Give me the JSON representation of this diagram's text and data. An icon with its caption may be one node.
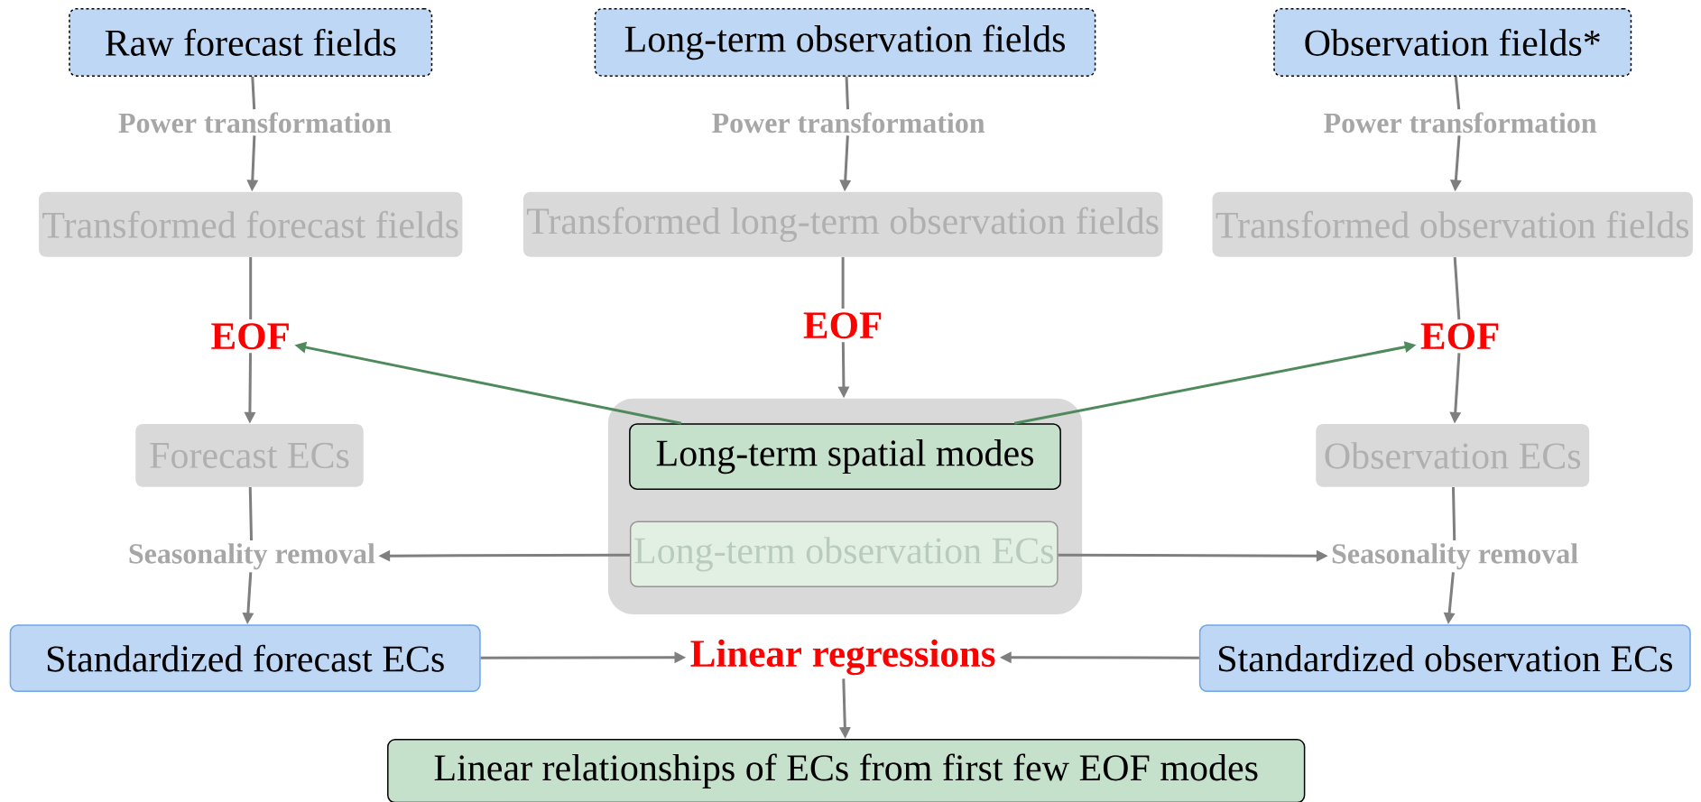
{
  "diagram": {
    "nodes": [
      {
        "text": [
          "Raw forecast fields"
        ]
      },
      {
        "text": [
          "Long-term observation fields"
        ]
      },
      {
        "text": [
          "Observation fields*"
        ]
      },
      {
        "text": [
          "Power transformation"
        ]
      },
      {
        "text": [
          "Power transformation"
        ]
      },
      {
        "text": [
          "Power transformation"
        ]
      },
      {
        "text": [
          "Transformed forecast fields"
        ]
      },
      {
        "text": [
          "Transformed long-term observation fields"
        ]
      },
      {
        "text": [
          "Transformed observation fields"
        ]
      },
      {
        "text": [
          "EOF"
        ]
      },
      {
        "text": [
          "EOF"
        ]
      },
      {
        "text": [
          "EOF"
        ]
      },
      {
        "text": [
          "Forecast ECs"
        ]
      },
      {
        "text": [],
        "shape": "box"
      },
      {
        "text": [
          "Long-term spatial modes"
        ],
        "in": 13
      },
      {
        "text": [
          "Long-term observation ECs"
        ],
        "in": 13
      },
      {
        "text": [
          "Observation ECs"
        ]
      },
      {
        "text": [
          "Seasonality removal"
        ]
      },
      {
        "text": [
          "Seasonality removal"
        ]
      },
      {
        "text": [
          "Standardized forecast ECs"
        ]
      },
      {
        "text": [
          "Linear regressions"
        ]
      },
      {
        "text": [
          "Standardized observation ECs"
        ]
      },
      {
        "text": [
          "Linear relationships of ECs from first few EOF modes"
        ]
      }
    ],
    "edges": [
      {
        "from": 0,
        "to": 3,
        "arrow": "none"
      },
      {
        "from": 3,
        "to": 6,
        "arrow": "to"
      },
      {
        "from": 1,
        "to": 4,
        "arrow": "none"
      },
      {
        "from": 4,
        "to": 7,
        "arrow": "to"
      },
      {
        "from": 2,
        "to": 5,
        "arrow": "none"
      },
      {
        "from": 5,
        "to": 8,
        "arrow": "to"
      },
      {
        "from": 6,
        "to": 9,
        "arrow": "none"
      },
      {
        "from": 7,
        "to": 10,
        "arrow": "none"
      },
      {
        "from": 8,
        "to": 11,
        "arrow": "none"
      },
      {
        "from": 9,
        "to": 12,
        "arrow": "to"
      },
      {
        "from": 10,
        "to": 13,
        "arrow": "to"
      },
      {
        "from": 11,
        "to": 16,
        "arrow": "to"
      },
      {
        "from": 14,
        "to": 9,
        "arrow": "to",
        "color": "#4e8a5c"
      },
      {
        "from": 14,
        "to": 11,
        "arrow": "to",
        "color": "#4e8a5c"
      },
      {
        "from": 12,
        "to": 17,
        "arrow": "none"
      },
      {
        "from": 16,
        "to": 18,
        "arrow": "none"
      },
      {
        "from": 15,
        "to": 17,
        "arrow": "to"
      },
      {
        "from": 15,
        "to": 18,
        "arrow": "to"
      },
      {
        "from": 17,
        "to": 19,
        "arrow": "to"
      },
      {
        "from": 18,
        "to": 21,
        "arrow": "to"
      },
      {
        "from": 19,
        "to": 20,
        "arrow": "to"
      },
      {
        "from": 21,
        "to": 20,
        "arrow": "to"
      },
      {
        "from": 20,
        "to": 22,
        "arrow": "to"
      }
    ]
  }
}
